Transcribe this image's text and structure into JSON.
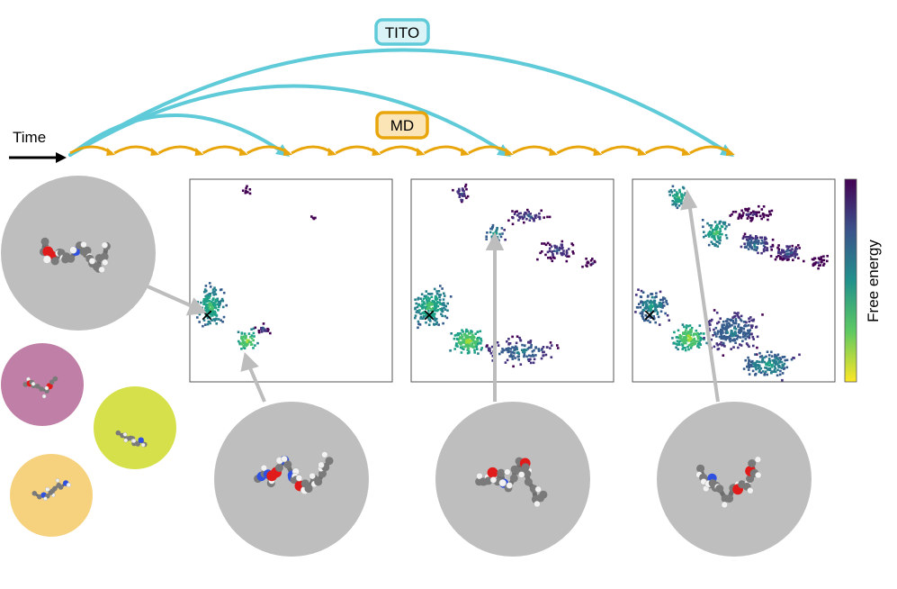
{
  "labels": {
    "time": "Time",
    "tito": "TITO",
    "md": "MD",
    "colorbar": "Free energy"
  },
  "colors": {
    "tito": "#5fcad8",
    "tito_fill": "#d9f3f7",
    "md": "#e9a60c",
    "md_fill": "#fbe4b5",
    "bubble": "#bebebe",
    "carbon": "#7a7a7a",
    "oxygen": "#e11a1a",
    "nitrogen": "#3050e0",
    "hydrogen": "#f2f2f2",
    "purple_bubble": "#c07fa6",
    "green_bubble": "#d6e04a",
    "orange_bubble": "#f6d27e"
  },
  "panels": [
    {
      "name": "panel-1",
      "marker": "×"
    },
    {
      "name": "panel-2",
      "marker": "×"
    },
    {
      "name": "panel-3",
      "marker": "×"
    }
  ]
}
